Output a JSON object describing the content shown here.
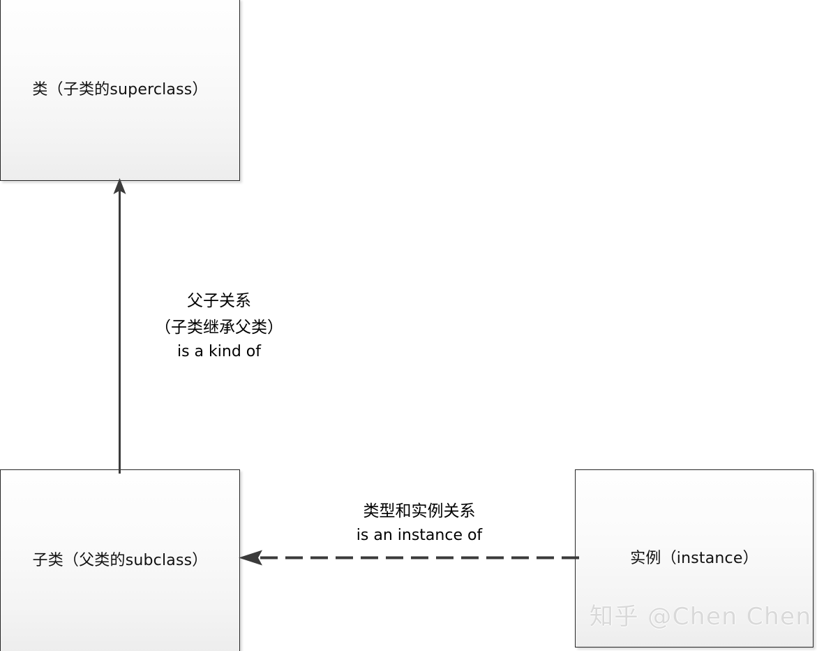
{
  "diagram": {
    "title": "class-subclass-instance relationship diagram",
    "background_color": "#ffffff",
    "nodes": [
      {
        "id": "superclass",
        "label": "类（子类的superclass）",
        "fill_top": "#fefefe",
        "fill_bottom": "#ededed",
        "border_color": "#262626"
      },
      {
        "id": "subclass",
        "label": "子类（父类的subclass）",
        "fill_top": "#fefefe",
        "fill_bottom": "#ededed",
        "border_color": "#262626"
      },
      {
        "id": "instance",
        "label": "实例（instance）",
        "fill_top": "#fefefe",
        "fill_bottom": "#ededed",
        "border_color": "#262626"
      }
    ],
    "edges": [
      {
        "id": "inheritance",
        "from": "subclass",
        "to": "superclass",
        "style": "solid",
        "arrow": "up",
        "color": "#3b3b3b",
        "label_lines": [
          "父子关系",
          "（子类继承父类）",
          "is a kind of"
        ]
      },
      {
        "id": "instance-of",
        "from": "instance",
        "to": "subclass",
        "style": "dashed",
        "arrow": "left",
        "color": "#3b3b3b",
        "label_lines": [
          "类型和实例关系",
          "is an instance of"
        ]
      }
    ],
    "watermark": {
      "text": "知乎 @Chen Chen",
      "color": "#d9d9d9"
    }
  }
}
